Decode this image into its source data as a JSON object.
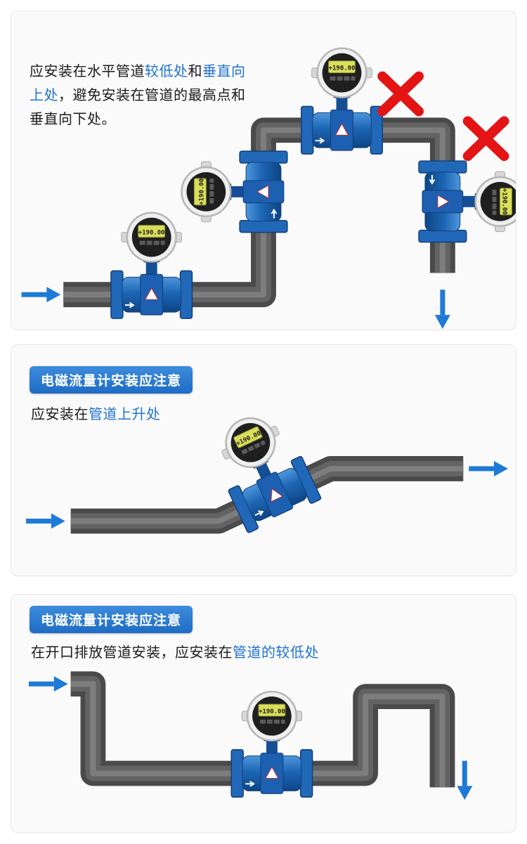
{
  "colors": {
    "accent_blue": "#1e73d2",
    "badge_blue": "#2478d4",
    "arrow_blue": "#1e7ad6",
    "pipe_gray": "#4a4a4a",
    "meter_blue": "#1d66b4",
    "error_red": "#e41414",
    "lcd_yellow": "#d9df5b"
  },
  "meter": {
    "display": "+190.00"
  },
  "panel1": {
    "lines": [
      {
        "segments": [
          {
            "text": "应安装在水平管道"
          },
          {
            "text": "较低处"
          },
          {
            "text": "和"
          },
          {
            "text": "垂直向"
          }
        ]
      },
      {
        "segments": [
          {
            "text": "上处"
          },
          {
            "text": "，避免安装在管道的最高点和"
          }
        ]
      },
      {
        "segments": [
          {
            "text": "垂直向下处。"
          }
        ]
      }
    ]
  },
  "panel2": {
    "badge": "电磁流量计安装应注意",
    "line": {
      "segments": [
        {
          "text": "应安装在"
        },
        {
          "text": "管道上升处"
        }
      ]
    }
  },
  "panel3": {
    "badge": "电磁流量计安装应注意",
    "line": {
      "segments": [
        {
          "text": "在开口排放管道安装，应安装在"
        },
        {
          "text": "管道的较低处"
        }
      ]
    }
  }
}
